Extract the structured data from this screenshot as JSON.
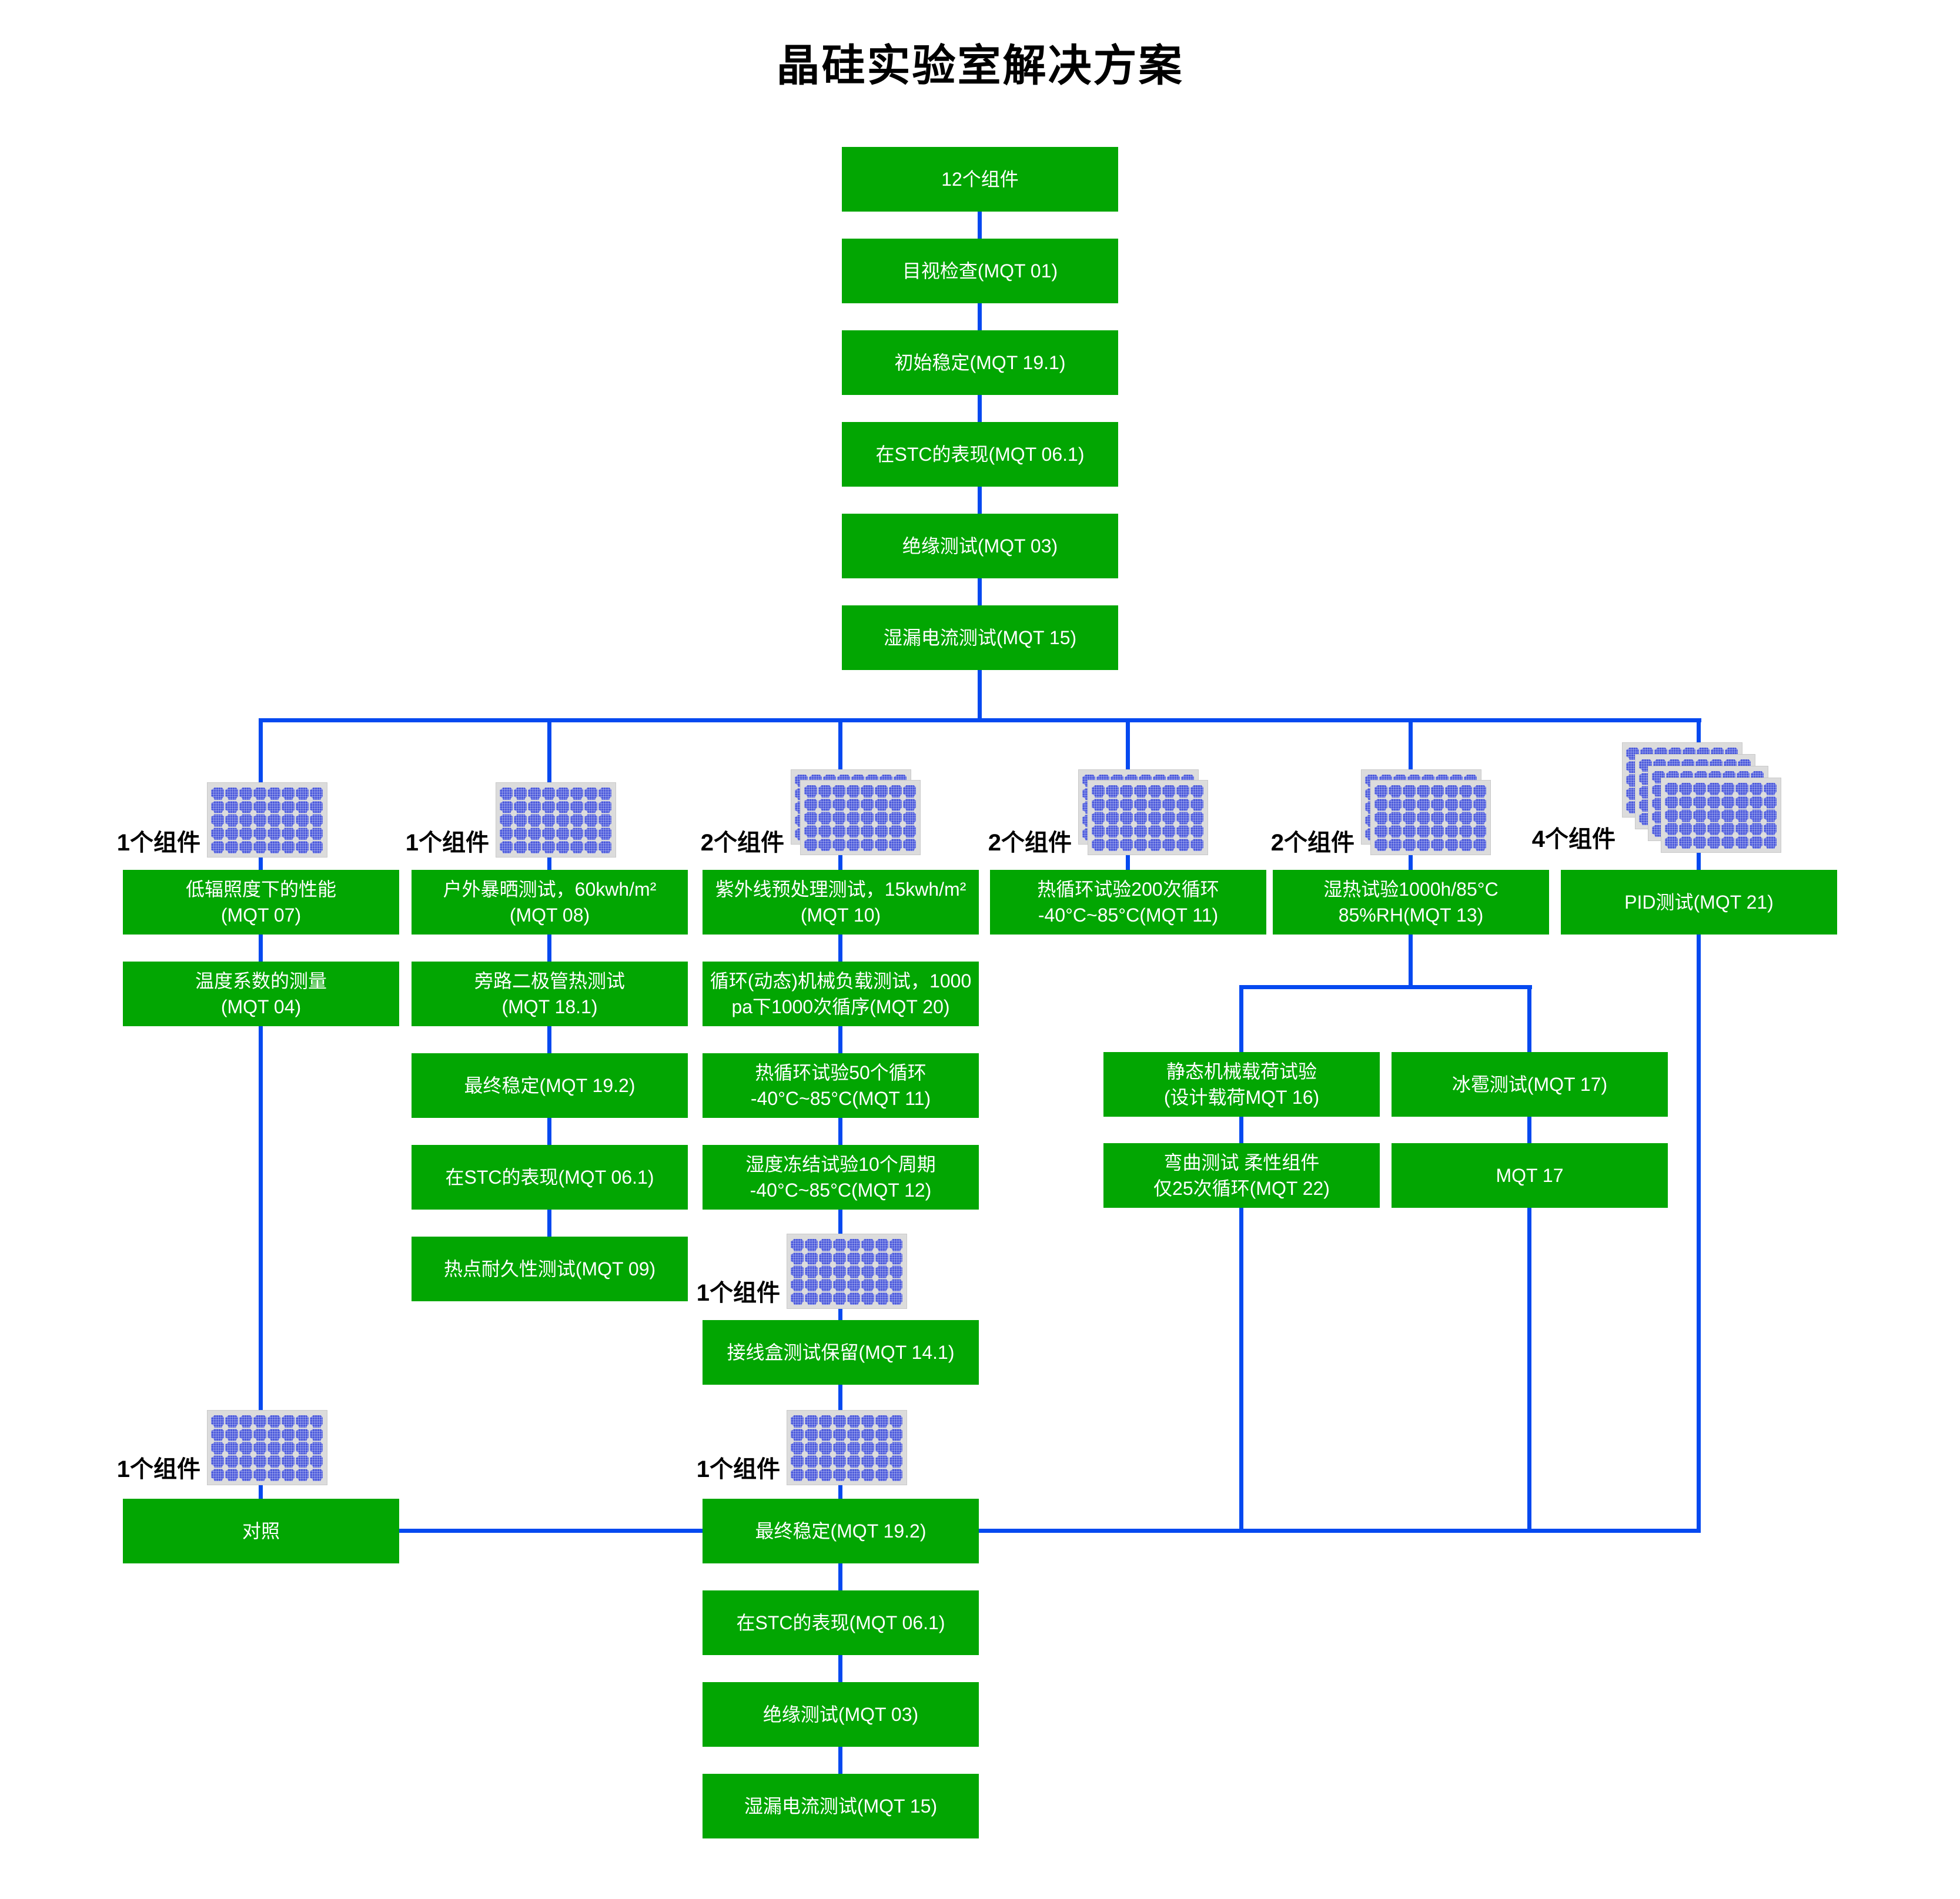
{
  "title": "晶硅实验室解决方案",
  "colors": {
    "box_green": "#02a602",
    "line_blue": "#0549f0",
    "panel_blue": "#4d5bdc",
    "panel_frame": "#dcdcdc",
    "text_white": "#ffffff",
    "text_black": "#000000"
  },
  "nodes": {
    "t1": "12个组件",
    "t2": "目视检查(MQT 01)",
    "t3": "初始稳定(MQT 19.1)",
    "t4": "在STC的表现(MQT 06.1)",
    "t5": "绝缘测试(MQT 03)",
    "t6": "湿漏电流测试(MQT 15)",
    "c1a": "低辐照度下的性能\n(MQT 07)",
    "c1b": "温度系数的测量\n(MQT 04)",
    "c1c": "对照",
    "c2a": "户外暴晒测试，60kwh/m²\n(MQT 08)",
    "c2b": "旁路二极管热测试\n(MQT 18.1)",
    "c2c": "最终稳定(MQT 19.2)",
    "c2d": "在STC的表现(MQT 06.1)",
    "c2e": "热点耐久性测试(MQT 09)",
    "c3a": "紫外线预处理测试，15kwh/m²\n(MQT 10)",
    "c3b": "循环(动态)机械负载测试，1000\npa下1000次循序(MQT 20)",
    "c3c": "热循环试验50个循环\n-40°C~85°C(MQT 11)",
    "c3d": "湿度冻结试验10个周期\n-40°C~85°C(MQT 12)",
    "c3e": "接线盒测试保留(MQT 14.1)",
    "c3f": "最终稳定(MQT 19.2)",
    "c3g": "在STC的表现(MQT 06.1)",
    "c3h": "绝缘测试(MQT 03)",
    "c3i": "湿漏电流测试(MQT 15)",
    "c4a": "热循环试验200次循环\n-40°C~85°C(MQT 11)",
    "c5a": "湿热试验1000h/85°C\n85%RH(MQT 13)",
    "c6a": "PID测试(MQT 21)",
    "s1": "静态机械载荷试验\n(设计载荷MQT 16)",
    "s2": "冰雹测试(MQT 17)",
    "s3": "弯曲测试 柔性组件\n仅25次循环(MQT 22)",
    "s4": "MQT 17"
  },
  "counts": {
    "col1": "1个组件",
    "col2": "1个组件",
    "col3": "2个组件",
    "col4": "2个组件",
    "col5": "2个组件",
    "col6": "4个组件",
    "col3_mid": "1个组件",
    "col3_low": "1个组件",
    "col1_low": "1个组件"
  }
}
